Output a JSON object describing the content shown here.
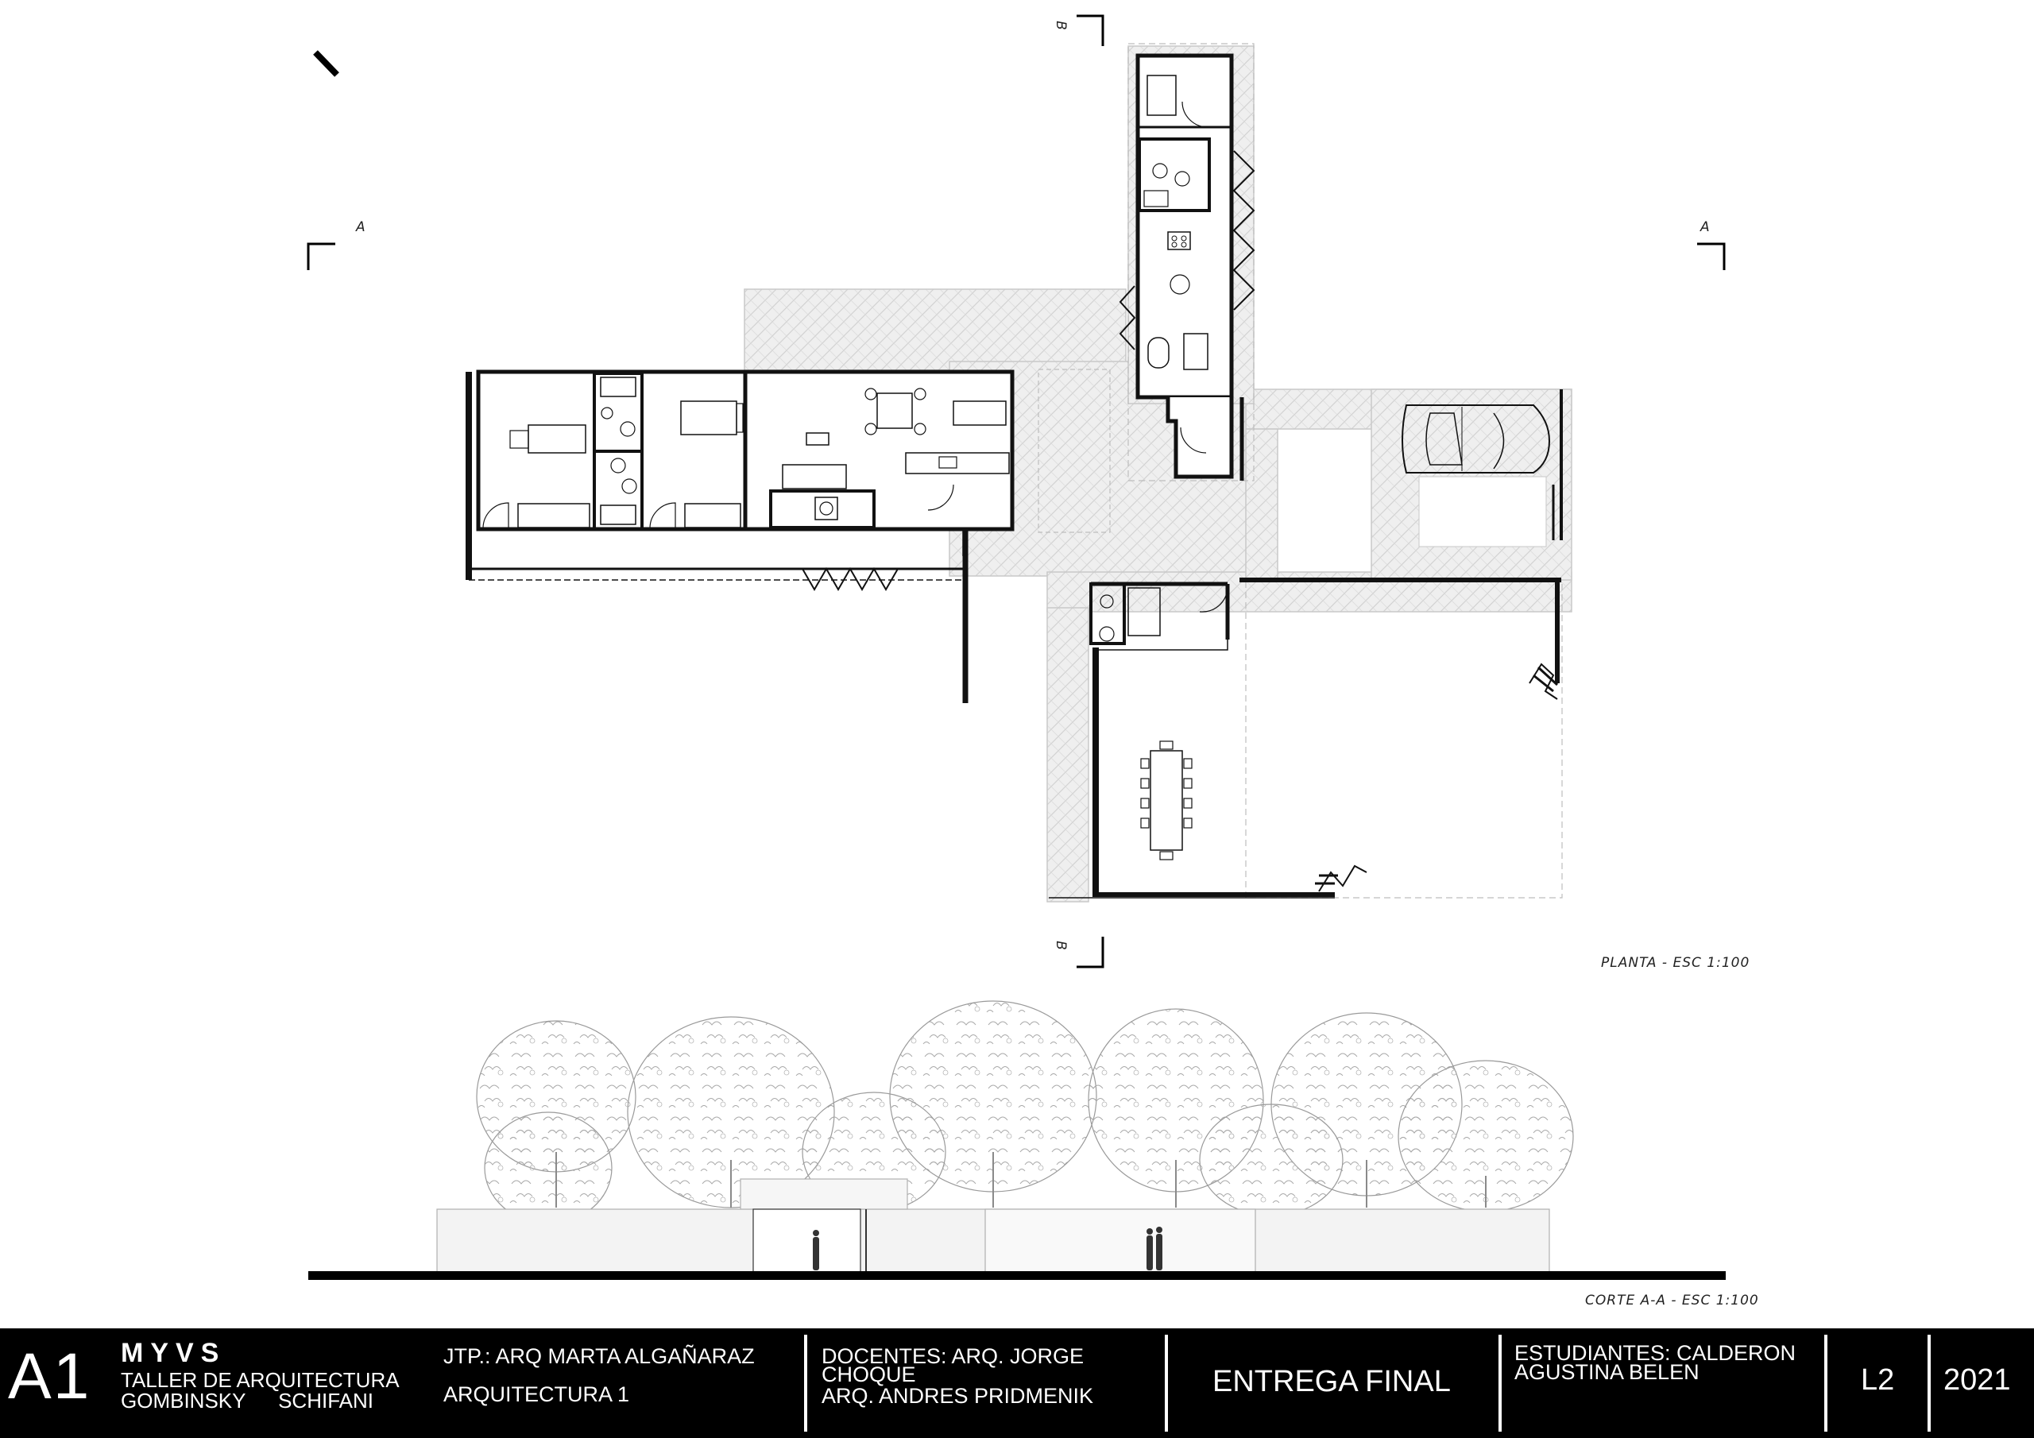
{
  "plan": {
    "caption": "PLANTA - ESC 1:100",
    "section_marks": {
      "a_left": "A",
      "a_right": "A",
      "b_top": "B",
      "b_bottom": "B"
    }
  },
  "section": {
    "caption": "CORTE A-A - ESC 1:100"
  },
  "title_block": {
    "sheet": "A1",
    "brand": "MYVS",
    "taller": "TALLER DE ARQUITECTURA",
    "gombinsky": "GOMBINSKY",
    "schifani": "SCHIFANI",
    "jtp": "JTP.: ARQ MARTA ALGAÑARAZ",
    "course": "ARQUITECTURA 1",
    "docentes_line1": "DOCENTES: ARQ. JORGE",
    "docentes_line2": "CHOQUE",
    "docentes_line3": "ARQ. ANDRES PRIDMENIK",
    "entrega": "ENTREGA FINAL",
    "estudiantes_line1": "ESTUDIANTES: CALDERON",
    "estudiantes_line2": "AGUSTINA BELEN",
    "level": "L2",
    "year": "2021"
  },
  "colors": {
    "ink": "#111111",
    "paving": "#e6e6e6",
    "tree_ink": "#9a9a9a",
    "title_bg": "#000000"
  }
}
